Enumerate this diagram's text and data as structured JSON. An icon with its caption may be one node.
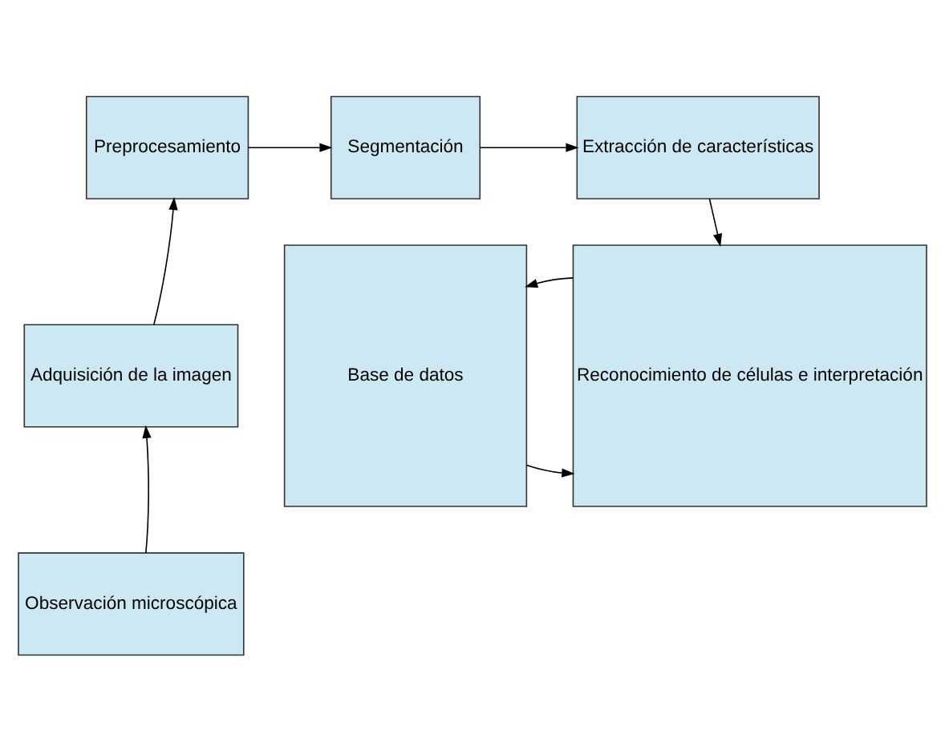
{
  "diagram": {
    "nodes": [
      {
        "text": [
          "Preprocesamiento"
        ]
      },
      {
        "text": [
          "Segmentación"
        ]
      },
      {
        "text": [
          "Extracción de características"
        ]
      },
      {
        "text": [
          "Adquisición de la imagen"
        ]
      },
      {
        "text": [
          "Observación microscópica"
        ]
      },
      {
        "text": [
          "Base de datos"
        ]
      },
      {
        "text": [
          "Reconocimiento de células e interpretación"
        ]
      }
    ],
    "edges": [
      {
        "from": 4,
        "to": 3,
        "arrow": "to"
      },
      {
        "from": 3,
        "to": 0,
        "arrow": "to"
      },
      {
        "from": 0,
        "to": 1,
        "arrow": "to"
      },
      {
        "from": 1,
        "to": 2,
        "arrow": "to"
      },
      {
        "from": 2,
        "to": 6,
        "arrow": "to"
      },
      {
        "from": 5,
        "to": 6,
        "arrow": "to"
      },
      {
        "from": 6,
        "to": 5,
        "arrow": "to"
      }
    ]
  }
}
